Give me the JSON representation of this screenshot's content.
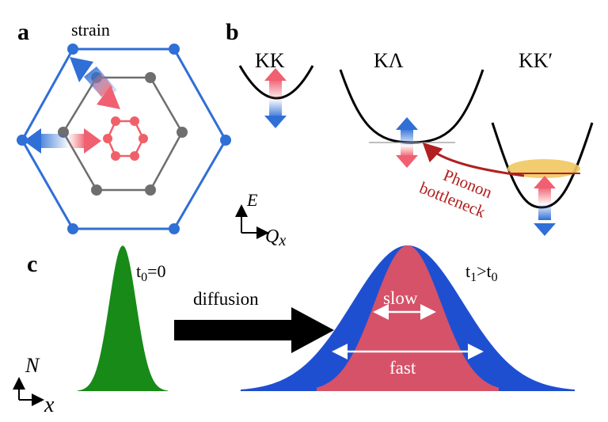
{
  "panel_a": {
    "label": "a",
    "title": "strain",
    "colors": {
      "outer_hexagon": "#2f6fd6",
      "inner_hexagon": "#6e6e6e",
      "strained_ring": "#f0606a",
      "blue_arrow": "#2f6fd6",
      "red_arrow": "#f08080"
    }
  },
  "panel_b": {
    "label": "b",
    "valleys": [
      {
        "name": "KK"
      },
      {
        "name": "KΛ"
      },
      {
        "name": "KK′"
      }
    ],
    "annotation_line1": "Phonon",
    "annotation_line2": "bottleneck",
    "axis_y": "E",
    "axis_x": "Q",
    "axis_x_sub": "x",
    "colors": {
      "annotation": "#b02020",
      "occupation": "#f0c860"
    }
  },
  "panel_c": {
    "label": "c",
    "t0_label": "t",
    "t0_sub": "0",
    "t0_rest": "=0",
    "t1_label": "t",
    "t1_sub": "1",
    "t1_mid": ">t",
    "t1_sub2": "0",
    "arrow_label": "diffusion",
    "slow_label": "slow",
    "fast_label": "fast",
    "axis_y": "N",
    "axis_x": "x",
    "colors": {
      "initial": "#178a17",
      "fast_profile": "#1f4fd1",
      "slow_profile": "#d65268"
    }
  }
}
